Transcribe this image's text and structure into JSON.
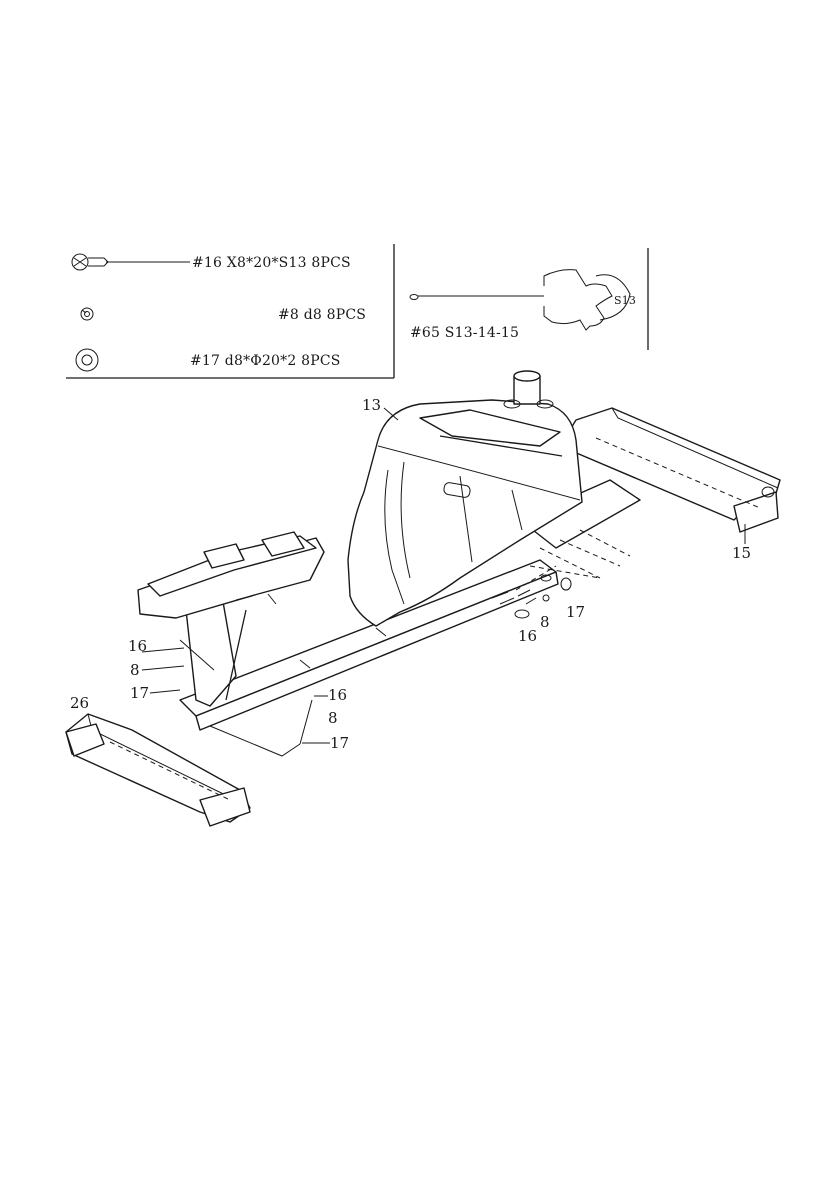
{
  "hardware_box": {
    "items": [
      {
        "text": "#16  X8*20*S13  8PCS",
        "icon": "bolt-icon"
      },
      {
        "text": "#8  d8  8PCS",
        "icon": "spring-washer-icon"
      },
      {
        "text": "#17  d8*Φ20*2  8PCS",
        "icon": "flat-washer-icon"
      }
    ]
  },
  "wrench_box": {
    "label": "#65  S13-14-15",
    "size_mark": "S13",
    "icon": "wrench-icon"
  },
  "callouts": {
    "main_frame": "13",
    "front_stabilizer": "15",
    "rear_stabilizer": "26",
    "front_bolt": "16",
    "front_spring_washer": "8",
    "front_flat_washer": "17",
    "rear_left_bolt": "16",
    "rear_left_spring_washer": "8",
    "rear_left_flat_washer": "17",
    "rear_right_bolt": "16",
    "rear_right_spring_washer": "8",
    "rear_right_flat_washer": "17"
  }
}
